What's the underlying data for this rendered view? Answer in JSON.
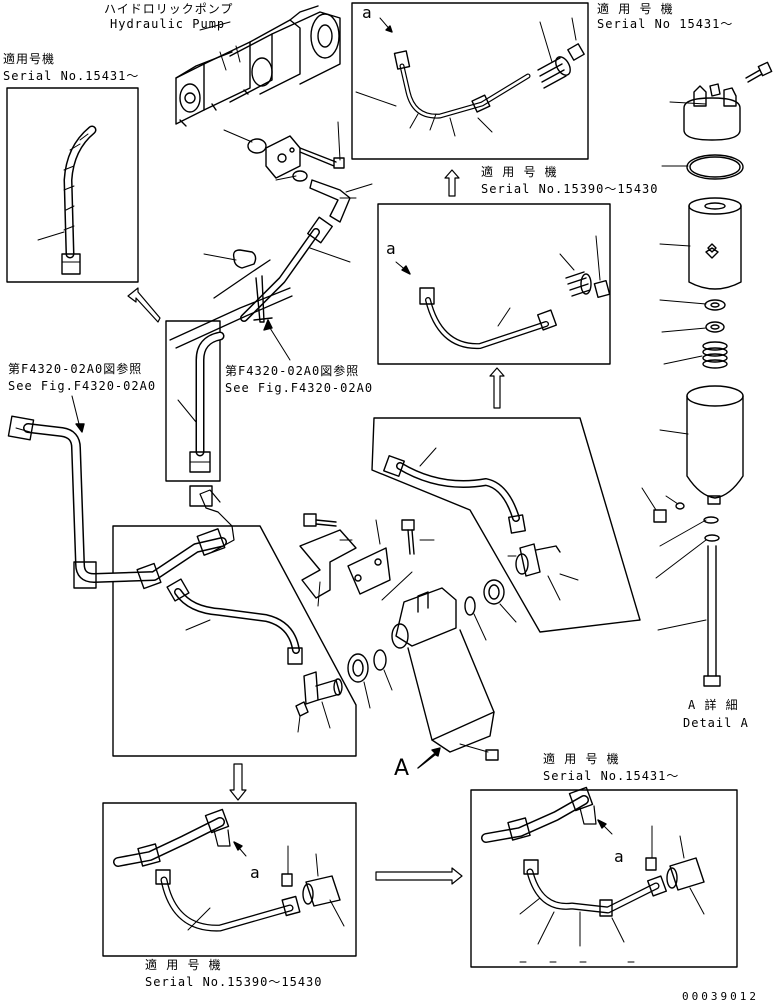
{
  "labels": {
    "pump_jp": "ハイドロリックポンプ",
    "pump_en": "Hydraulic Pump",
    "top_serial_jp": "適 用 号 機",
    "top_serial_en": "Serial No 15431～",
    "left_serial_jp": "適用号機",
    "left_serial_en": "Serial No.15431～",
    "mid_serial_jp": "適 用 号 機",
    "mid_serial_en": "Serial No.15390～15430",
    "ref1_jp": "第F4320-02A0図参照",
    "ref1_en": "See Fig.F4320-02A0",
    "ref2_jp": "第F4320-02A0図参照",
    "ref2_en": "See Fig.F4320-02A0",
    "detail_jp": "A 詳 細",
    "detail_en": "Detail A",
    "view_a": "A",
    "bottom_right_serial_jp": "適 用 号 機",
    "bottom_right_serial_en": "Serial No.15431～",
    "bottom_left_serial_jp": "適 用 号 機",
    "bottom_left_serial_en": "Serial No.15390～15430",
    "callout_a1": "a",
    "callout_a2": "a",
    "callout_a3": "a",
    "callout_a4": "a",
    "drawing_number": "00039012"
  }
}
